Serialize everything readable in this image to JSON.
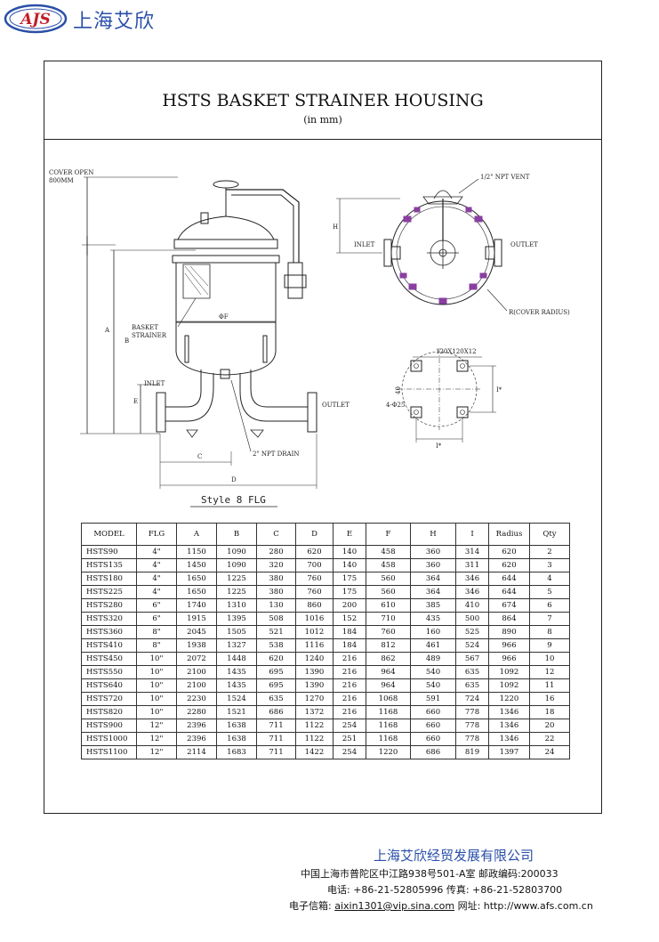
{
  "header": {
    "logo_text": "AJS",
    "brand": "上海艾欣"
  },
  "title": "HSTS BASKET STRAINER HOUSING",
  "subtitle": "(in mm)",
  "drawing": {
    "cover_open": "COVER OPEN",
    "cover_open_mm": "800MM",
    "basket_strainer": "BASKET",
    "basket_strainer_2": "STRAINER",
    "of": "ΦF",
    "inlet": "INLET",
    "outlet": "OUTLET",
    "drain": "2\" NPT DRAIN",
    "dim_a": "A",
    "dim_b": "B",
    "dim_c": "C",
    "dim_d": "D",
    "dim_e": "E",
    "dim_h": "H",
    "vent": "1/2\" NPT VENT",
    "inlet_top": "INLET",
    "outlet_top": "OUTLET",
    "radius_label": "R(COVER RADIUS)",
    "base_size": "120X120X12",
    "base_40": "40",
    "base_holes": "4-Φ25",
    "base_i_side": "I*",
    "base_i_bottom": "I*",
    "style": "Style 8 FLG"
  },
  "table": {
    "headers": [
      "MODEL",
      "FLG",
      "A",
      "B",
      "C",
      "D",
      "E",
      "F",
      "H",
      "I",
      "Radius",
      "Qty"
    ],
    "rows": [
      [
        "HSTS90",
        "4\"",
        "1150",
        "1090",
        "280",
        "620",
        "140",
        "458",
        "360",
        "314",
        "620",
        "2"
      ],
      [
        "HSTS135",
        "4\"",
        "1450",
        "1090",
        "320",
        "700",
        "140",
        "458",
        "360",
        "311",
        "620",
        "3"
      ],
      [
        "HSTS180",
        "4\"",
        "1650",
        "1225",
        "380",
        "760",
        "175",
        "560",
        "364",
        "346",
        "644",
        "4"
      ],
      [
        "HSTS225",
        "4\"",
        "1650",
        "1225",
        "380",
        "760",
        "175",
        "560",
        "364",
        "346",
        "644",
        "5"
      ],
      [
        "HSTS280",
        "6\"",
        "1740",
        "1310",
        "130",
        "860",
        "200",
        "610",
        "385",
        "410",
        "674",
        "6"
      ],
      [
        "HSTS320",
        "6\"",
        "1915",
        "1395",
        "508",
        "1016",
        "152",
        "710",
        "435",
        "500",
        "864",
        "7"
      ],
      [
        "HSTS360",
        "8\"",
        "2045",
        "1505",
        "521",
        "1012",
        "184",
        "760",
        "160",
        "525",
        "890",
        "8"
      ],
      [
        "HSTS410",
        "8\"",
        "1938",
        "1327",
        "538",
        "1116",
        "184",
        "812",
        "461",
        "524",
        "966",
        "9"
      ],
      [
        "HSTS450",
        "10\"",
        "2072",
        "1448",
        "620",
        "1240",
        "216",
        "862",
        "489",
        "567",
        "966",
        "10"
      ],
      [
        "HSTS550",
        "10\"",
        "2100",
        "1435",
        "695",
        "1390",
        "216",
        "964",
        "540",
        "635",
        "1092",
        "12"
      ],
      [
        "HSTS640",
        "10\"",
        "2100",
        "1435",
        "695",
        "1390",
        "216",
        "964",
        "540",
        "635",
        "1092",
        "11"
      ],
      [
        "HSTS720",
        "10\"",
        "2230",
        "1524",
        "635",
        "1270",
        "216",
        "1068",
        "591",
        "724",
        "1220",
        "16"
      ],
      [
        "HSTS820",
        "10\"",
        "2280",
        "1521",
        "686",
        "1372",
        "216",
        "1168",
        "660",
        "778",
        "1346",
        "18"
      ],
      [
        "HSTS900",
        "12\"",
        "2396",
        "1638",
        "711",
        "1122",
        "254",
        "1168",
        "660",
        "778",
        "1346",
        "20"
      ],
      [
        "HSTS1000",
        "12\"",
        "2396",
        "1638",
        "711",
        "1122",
        "251",
        "1168",
        "660",
        "778",
        "1346",
        "22"
      ],
      [
        "HSTS1100",
        "12\"",
        "2114",
        "1683",
        "711",
        "1422",
        "254",
        "1220",
        "686",
        "819",
        "1397",
        "24"
      ]
    ]
  },
  "footer": {
    "company": "上海艾欣经贸发展有限公司",
    "address": "中国上海市普陀区中江路938号501-A室   邮政编码:200033",
    "phone": "电话: +86-21-52805996    传真: +86-21-52803700",
    "email_label": "电子信箱: ",
    "email": "aixin1301@vip.sina.com",
    "website": "   网址: http://www.afs.com.cn"
  },
  "colors": {
    "brand_blue": "#2a4fa8",
    "logo_red": "#c0202a",
    "bolt_purple": "#8a3fa0"
  }
}
